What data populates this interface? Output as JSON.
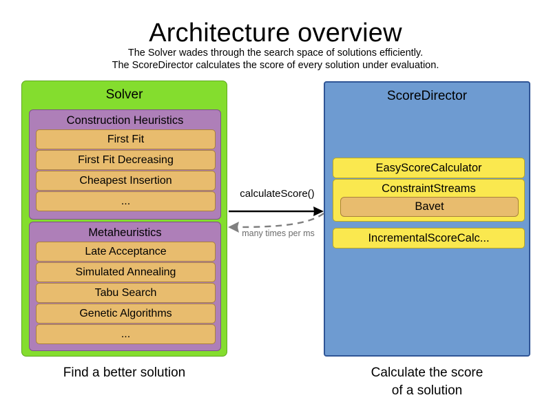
{
  "header": {
    "title": "Architecture overview",
    "subtitle_line1": "The Solver wades through the search space of solutions efficiently.",
    "subtitle_line2": "The ScoreDirector calculates the score of every solution under evaluation."
  },
  "colors": {
    "solver_panel": "#84DD2E",
    "group_purple": "#AE7FB8",
    "item_orange": "#E8BC6E",
    "scoredirector_panel": "#6E9BD1",
    "item_yellow": "#FAE84F",
    "arrow_solid": "#000000",
    "arrow_dashed": "#808080"
  },
  "solver": {
    "title": "Solver",
    "caption_line1": "Find a better solution",
    "groups": [
      {
        "title": "Construction Heuristics",
        "items": [
          "First Fit",
          "First Fit Decreasing",
          "Cheapest Insertion",
          "..."
        ]
      },
      {
        "title": "Metaheuristics",
        "items": [
          "Late Acceptance",
          "Simulated Annealing",
          "Tabu Search",
          "Genetic Algorithms",
          "..."
        ]
      }
    ]
  },
  "score_director": {
    "title": "ScoreDirector",
    "caption_line1": "Calculate the score",
    "caption_line2": "of a solution",
    "calculators": [
      {
        "label": "EasyScoreCalculator"
      },
      {
        "label": "ConstraintStreams",
        "child": "Bavet"
      },
      {
        "label": "IncrementalScoreCalc..."
      }
    ]
  },
  "arrows": [
    {
      "label": "calculateScore()",
      "direction": "right",
      "style": "solid"
    },
    {
      "label": "many times per ms",
      "direction": "left",
      "style": "dashed"
    }
  ]
}
